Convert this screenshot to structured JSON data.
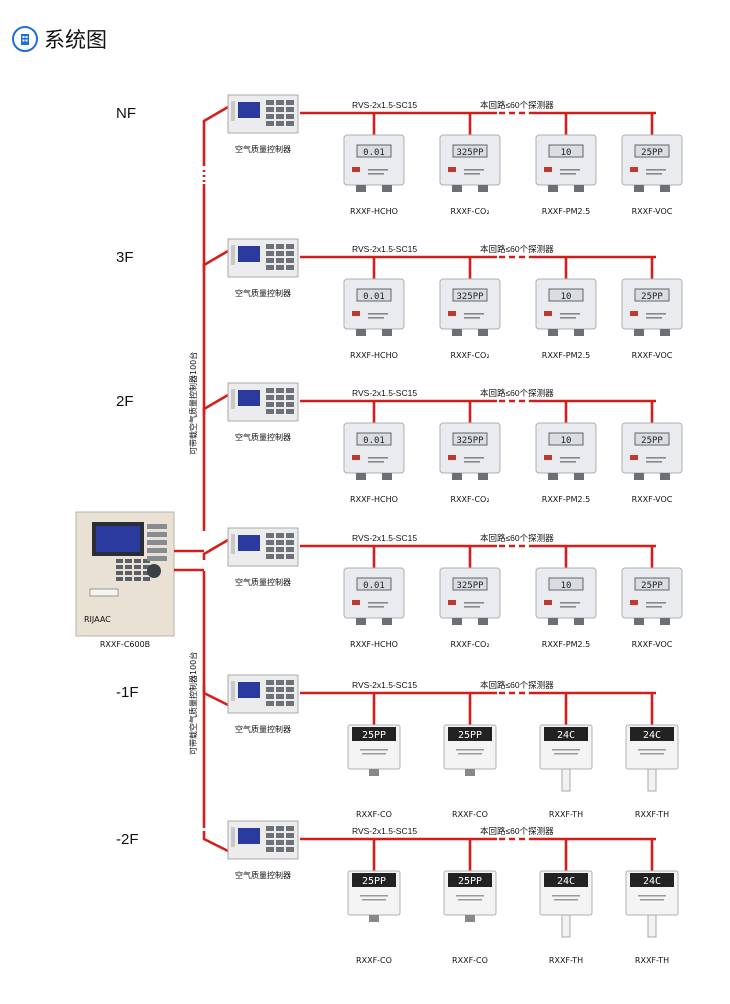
{
  "header": {
    "title": "系统图",
    "icon": "building-icon",
    "accent": "#1e6fd9"
  },
  "colors": {
    "wire": "#d41e1e",
    "lcd": "#2a3a9e",
    "device": "#e9ebee"
  },
  "controller_label": "空气质量控制器",
  "cable_label": "RVS-2x1.5-SC15",
  "loop_label": "本回路≤60个探测器",
  "main_unit": {
    "label": "RXXF-C600B",
    "brand": "RIJAAC"
  },
  "bus_label_upper": "可带载空气质量控制器100台",
  "bus_label_lower": "可带载空气质量控制器100台",
  "floors": [
    {
      "name": "NF",
      "kind": "panel",
      "detectors": [
        {
          "label": "RXXF-HCHO",
          "display": "0.01"
        },
        {
          "label": "RXXF-CO₂",
          "display": "325PP"
        },
        {
          "label": "RXXF-PM2.5",
          "display": "10"
        },
        {
          "label": "RXXF-VOC",
          "display": "25PP"
        }
      ]
    },
    {
      "name": "3F",
      "kind": "panel",
      "detectors": [
        {
          "label": "RXXF-HCHO",
          "display": "0.01"
        },
        {
          "label": "RXXF-CO₂",
          "display": "325PP"
        },
        {
          "label": "RXXF-PM2.5",
          "display": "10"
        },
        {
          "label": "RXXF-VOC",
          "display": "25PP"
        }
      ]
    },
    {
      "name": "2F",
      "kind": "panel",
      "detectors": [
        {
          "label": "RXXF-HCHO",
          "display": "0.01"
        },
        {
          "label": "RXXF-CO₂",
          "display": "325PP"
        },
        {
          "label": "RXXF-PM2.5",
          "display": "10"
        },
        {
          "label": "RXXF-VOC",
          "display": "25PP"
        }
      ]
    },
    {
      "name": "",
      "kind": "panel",
      "detectors": [
        {
          "label": "RXXF-HCHO",
          "display": "0.01"
        },
        {
          "label": "RXXF-CO₂",
          "display": "325PP"
        },
        {
          "label": "RXXF-PM2.5",
          "display": "10"
        },
        {
          "label": "RXXF-VOC",
          "display": "25PP"
        }
      ]
    },
    {
      "name": "-1F",
      "kind": "box",
      "detectors": [
        {
          "label": "RXXF-CO",
          "display": "25PP"
        },
        {
          "label": "RXXF-CO",
          "display": "25PP"
        },
        {
          "label": "RXXF-TH",
          "display": "24C"
        },
        {
          "label": "RXXF-TH",
          "display": "24C"
        }
      ]
    },
    {
      "name": "-2F",
      "kind": "box",
      "detectors": [
        {
          "label": "RXXF-CO",
          "display": "25PP"
        },
        {
          "label": "RXXF-CO",
          "display": "25PP"
        },
        {
          "label": "RXXF-TH",
          "display": "24C"
        },
        {
          "label": "RXXF-TH",
          "display": "24C"
        }
      ]
    }
  ]
}
